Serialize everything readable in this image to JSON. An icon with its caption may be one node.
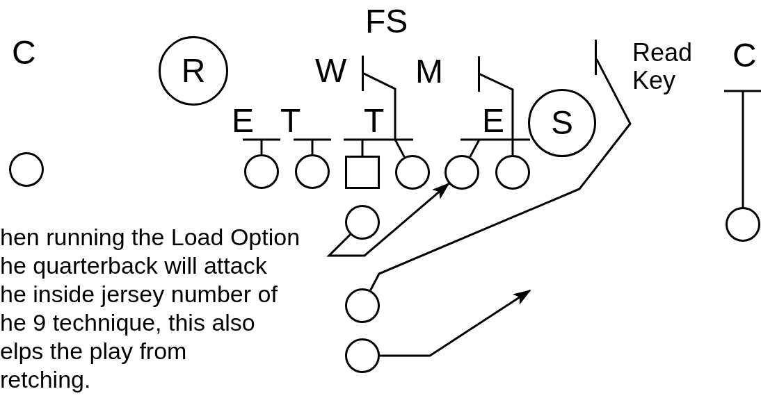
{
  "diagram": {
    "nodes": [
      {
        "text": [
          "R"
        ]
      },
      {
        "text": [],
        "shape": "bar"
      },
      {
        "text": [],
        "shape": "bar"
      },
      {
        "text": [],
        "shape": "bar"
      },
      {
        "text": [
          "E"
        ]
      },
      {
        "text": [
          "T"
        ]
      },
      {
        "text": [
          "T"
        ]
      },
      {
        "text": [
          "E"
        ]
      },
      {
        "text": [
          "S"
        ]
      },
      {
        "text": [],
        "shape": "circle"
      },
      {
        "text": [],
        "shape": "circle"
      },
      {
        "text": [],
        "shape": "circle"
      },
      {
        "text": [],
        "shape": "box"
      },
      {
        "text": [],
        "shape": "circle"
      },
      {
        "text": [],
        "shape": "circle"
      },
      {
        "text": [],
        "shape": "circle"
      },
      {
        "text": [],
        "shape": "circle"
      },
      {
        "text": [],
        "shape": "circle"
      },
      {
        "text": [],
        "shape": "circle"
      },
      {
        "text": [],
        "shape": "circle"
      }
    ],
    "edges": [
      {
        "from": 10,
        "to": 4,
        "arrow": "other"
      },
      {
        "from": 11,
        "to": 5,
        "arrow": "other"
      },
      {
        "from": 12,
        "to": 6,
        "arrow": "other"
      },
      {
        "from": 13,
        "to": 6,
        "arrow": "none"
      },
      {
        "from": 1,
        "to": 6,
        "arrow": "none"
      },
      {
        "from": 14,
        "to": 7,
        "arrow": "other"
      },
      {
        "from": 2,
        "to": 15,
        "arrow": "none"
      },
      {
        "from": 17,
        "to": 3,
        "arrow": "none"
      },
      {
        "from": 16,
        "to": 14,
        "arrow": "to"
      },
      {
        "from": 18,
        "to": null,
        "arrow": "to"
      },
      {
        "from": 19,
        "to": null,
        "arrow": "other"
      }
    ],
    "labels": [
      "FS",
      "C",
      "W",
      "M",
      "Read Key",
      "C",
      "hen running the Load Option he quarterback will attack he inside jersey number of he 9 technique, this also elps the play from retching."
    ]
  }
}
